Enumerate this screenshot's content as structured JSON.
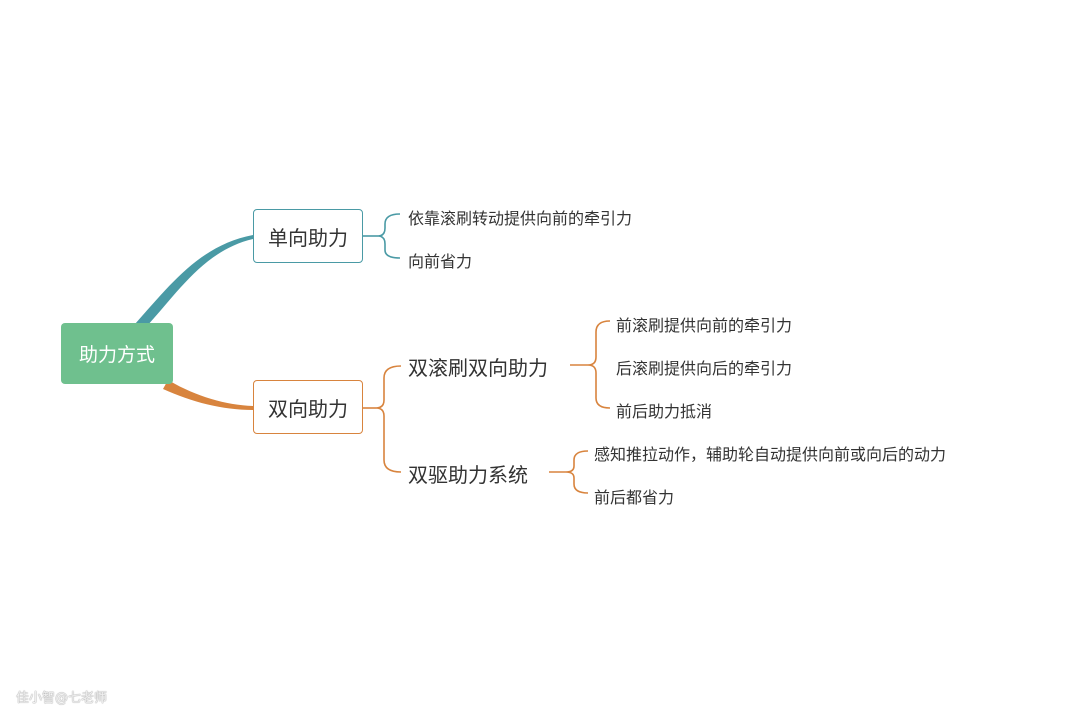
{
  "root": {
    "label": "助力方式"
  },
  "branches": [
    {
      "label": "单向助力",
      "color": "#4a9aa5",
      "leaves": [
        "依靠滚刷转动提供向前的牵引力",
        "向前省力"
      ]
    },
    {
      "label": "双向助力",
      "color": "#d8843e",
      "subtopics": [
        {
          "label": "双滚刷双向助力",
          "leaves": [
            "前滚刷提供向前的牵引力",
            "后滚刷提供向后的牵引力",
            "前后助力抵消"
          ]
        },
        {
          "label": "双驱助力系统",
          "leaves": [
            "感知推拉动作，辅助轮自动提供向前或向后的动力",
            "前后都省力"
          ]
        }
      ]
    }
  ],
  "watermark": "佳小智@七老师",
  "colors": {
    "root": "#6fc08e",
    "teal": "#4a9aa5",
    "orange": "#d8843e"
  }
}
